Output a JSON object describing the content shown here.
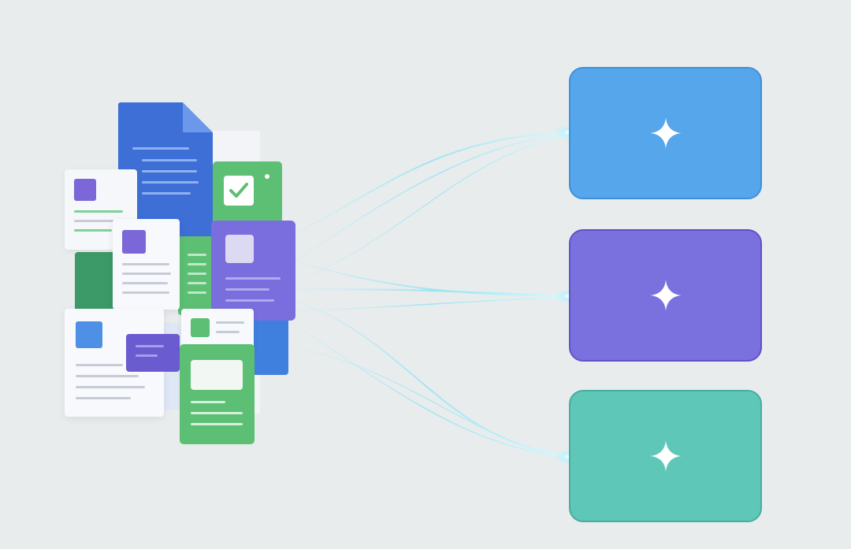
{
  "colors": {
    "background": "#e9eced",
    "doc_blue": "#3d6fd6",
    "doc_green": "#5cbf73",
    "doc_purple": "#7a6ddd",
    "doc_white": "#f7f8fb",
    "flow": "#7fdcf0",
    "target_blue": "#56a6ec",
    "target_purple": "#7a70de",
    "target_teal": "#5ec7b8"
  },
  "targets": [
    {
      "name": "target-blue",
      "color": "#56a6ec",
      "icon": "sparkle-icon"
    },
    {
      "name": "target-purple",
      "color": "#7a70de",
      "icon": "sparkle-icon"
    },
    {
      "name": "target-teal",
      "color": "#5ec7b8",
      "icon": "sparkle-icon"
    }
  ],
  "icons": {
    "check": "checkmark-icon",
    "sparkle": "sparkle-icon"
  }
}
